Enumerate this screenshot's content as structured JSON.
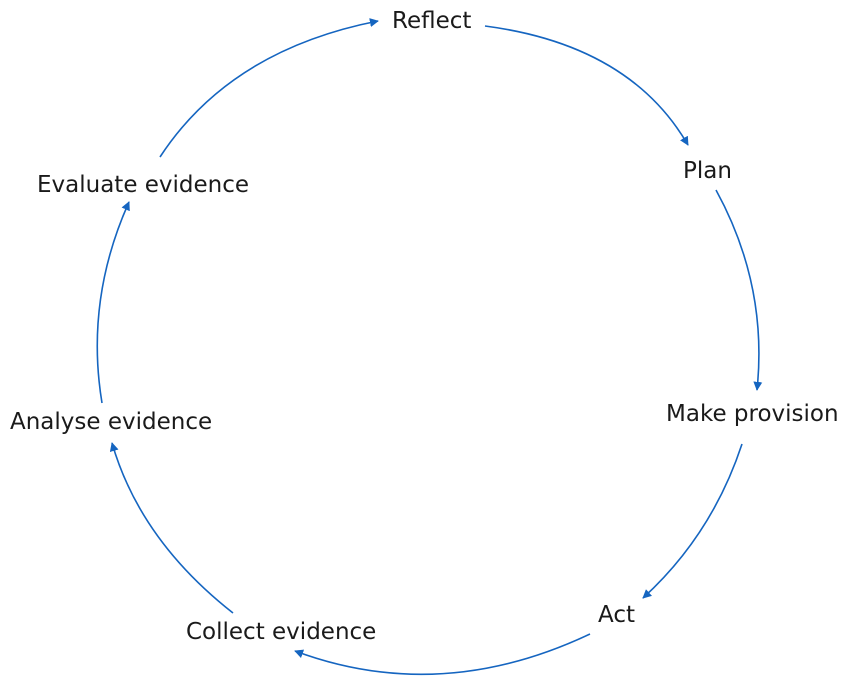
{
  "diagram": {
    "type": "cycle",
    "arrow_color": "#1565c0",
    "text_color": "#1a1a1a",
    "stages": [
      {
        "id": "reflect",
        "label": "Reflect"
      },
      {
        "id": "plan",
        "label": "Plan"
      },
      {
        "id": "make-provision",
        "label": "Make provision"
      },
      {
        "id": "act",
        "label": "Act"
      },
      {
        "id": "collect-evidence",
        "label": "Collect evidence"
      },
      {
        "id": "analyse-evidence",
        "label": "Analyse evidence"
      },
      {
        "id": "evaluate-evidence",
        "label": "Evaluate evidence"
      }
    ]
  }
}
